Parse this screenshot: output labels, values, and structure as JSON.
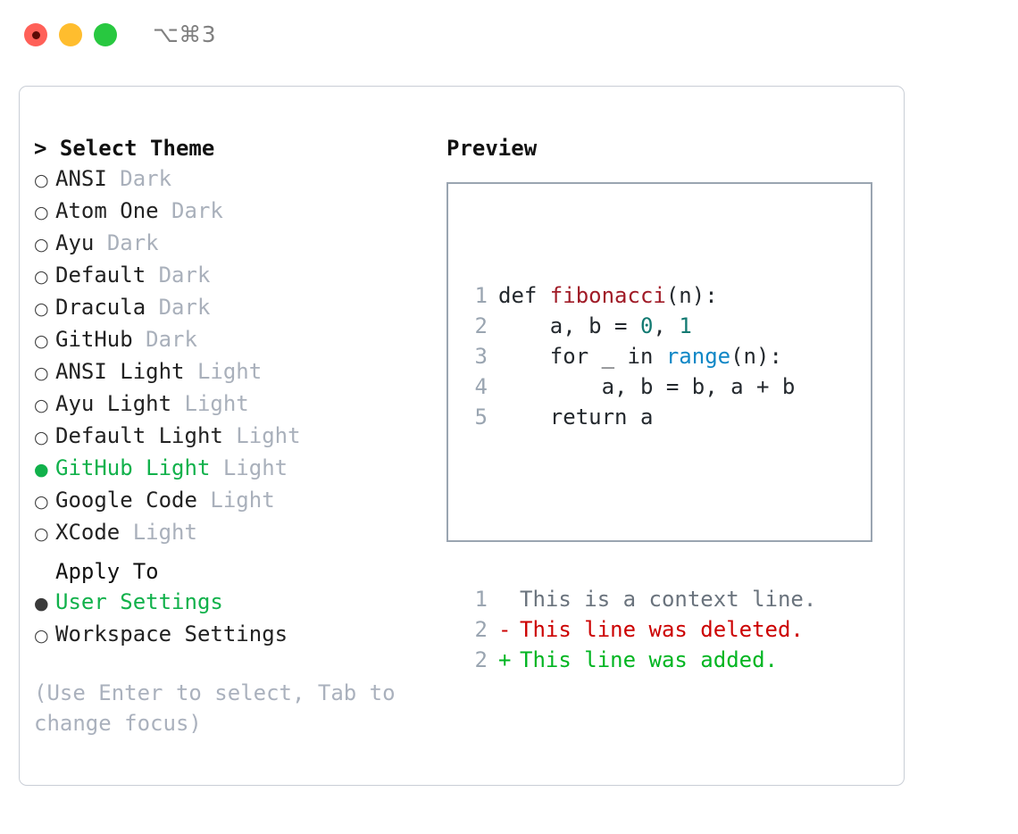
{
  "window": {
    "shortcut": "⌥⌘3",
    "traffic_lights": [
      {
        "name": "close",
        "color": "#FF6058"
      },
      {
        "name": "minimize",
        "color": "#FFBD2E"
      },
      {
        "name": "maximize",
        "color": "#28C840"
      }
    ]
  },
  "theme_list": {
    "header": "> Select Theme",
    "radio_empty": "○",
    "radio_filled": "●",
    "items": [
      {
        "name": "ANSI",
        "kind": "Dark",
        "selected": false,
        "gap": " "
      },
      {
        "name": "Atom One",
        "kind": "Dark",
        "selected": false,
        "gap": " "
      },
      {
        "name": "Ayu",
        "kind": "Dark",
        "selected": false,
        "gap": " "
      },
      {
        "name": "Default",
        "kind": "Dark",
        "selected": false,
        "gap": " "
      },
      {
        "name": "Dracula",
        "kind": "Dark",
        "selected": false,
        "gap": " "
      },
      {
        "name": "GitHub",
        "kind": "Dark",
        "selected": false,
        "gap": " "
      },
      {
        "name": "ANSI Light",
        "kind": "Light",
        "selected": false,
        "gap": " "
      },
      {
        "name": "Ayu Light",
        "kind": "Light",
        "selected": false,
        "gap": " "
      },
      {
        "name": "Default Light",
        "kind": "Light",
        "selected": false,
        "gap": " "
      },
      {
        "name": "GitHub Light",
        "kind": "Light",
        "selected": true,
        "gap": " "
      },
      {
        "name": "Google Code",
        "kind": "Light",
        "selected": false,
        "gap": " "
      },
      {
        "name": "XCode",
        "kind": "Light",
        "selected": false,
        "gap": " "
      }
    ]
  },
  "apply_to": {
    "header": "Apply To",
    "options": [
      {
        "label": "User Settings",
        "selected": true
      },
      {
        "label": "Workspace Settings",
        "selected": false
      }
    ]
  },
  "hint": "(Use Enter to select, Tab to change focus)",
  "preview": {
    "title": "Preview",
    "code_lines": [
      {
        "num": "1",
        "tokens": [
          {
            "t": "def ",
            "c": "plain"
          },
          {
            "t": "fibonacci",
            "c": "fn"
          },
          {
            "t": "(n):",
            "c": "plain"
          }
        ]
      },
      {
        "num": "2",
        "tokens": [
          {
            "t": "    a, b = ",
            "c": "plain"
          },
          {
            "t": "0",
            "c": "num"
          },
          {
            "t": ", ",
            "c": "plain"
          },
          {
            "t": "1",
            "c": "num"
          }
        ]
      },
      {
        "num": "3",
        "tokens": [
          {
            "t": "    for _ in ",
            "c": "plain"
          },
          {
            "t": "range",
            "c": "call"
          },
          {
            "t": "(n):",
            "c": "plain"
          }
        ]
      },
      {
        "num": "4",
        "tokens": [
          {
            "t": "        a, b = b, a + b",
            "c": "plain"
          }
        ]
      },
      {
        "num": "5",
        "tokens": [
          {
            "t": "    return a",
            "c": "plain"
          }
        ]
      }
    ],
    "diff_lines": [
      {
        "num": "1",
        "mark": " ",
        "text": "This is a context line.",
        "kind": "ctx"
      },
      {
        "num": "2",
        "mark": "-",
        "text": "This line was deleted.",
        "kind": "del"
      },
      {
        "num": "2",
        "mark": "+",
        "text": "This line was added.",
        "kind": "add"
      }
    ]
  },
  "colors": {
    "accent_green": "#11B14B",
    "muted": "#a9b0bb",
    "panel_border": "#c9ced6",
    "preview_border": "#9aa5b1",
    "syntax_function": "#A01B27",
    "syntax_number": "#137A72",
    "syntax_call": "#0F87C6",
    "diff_delete": "#CC0000",
    "diff_add": "#00B521"
  }
}
